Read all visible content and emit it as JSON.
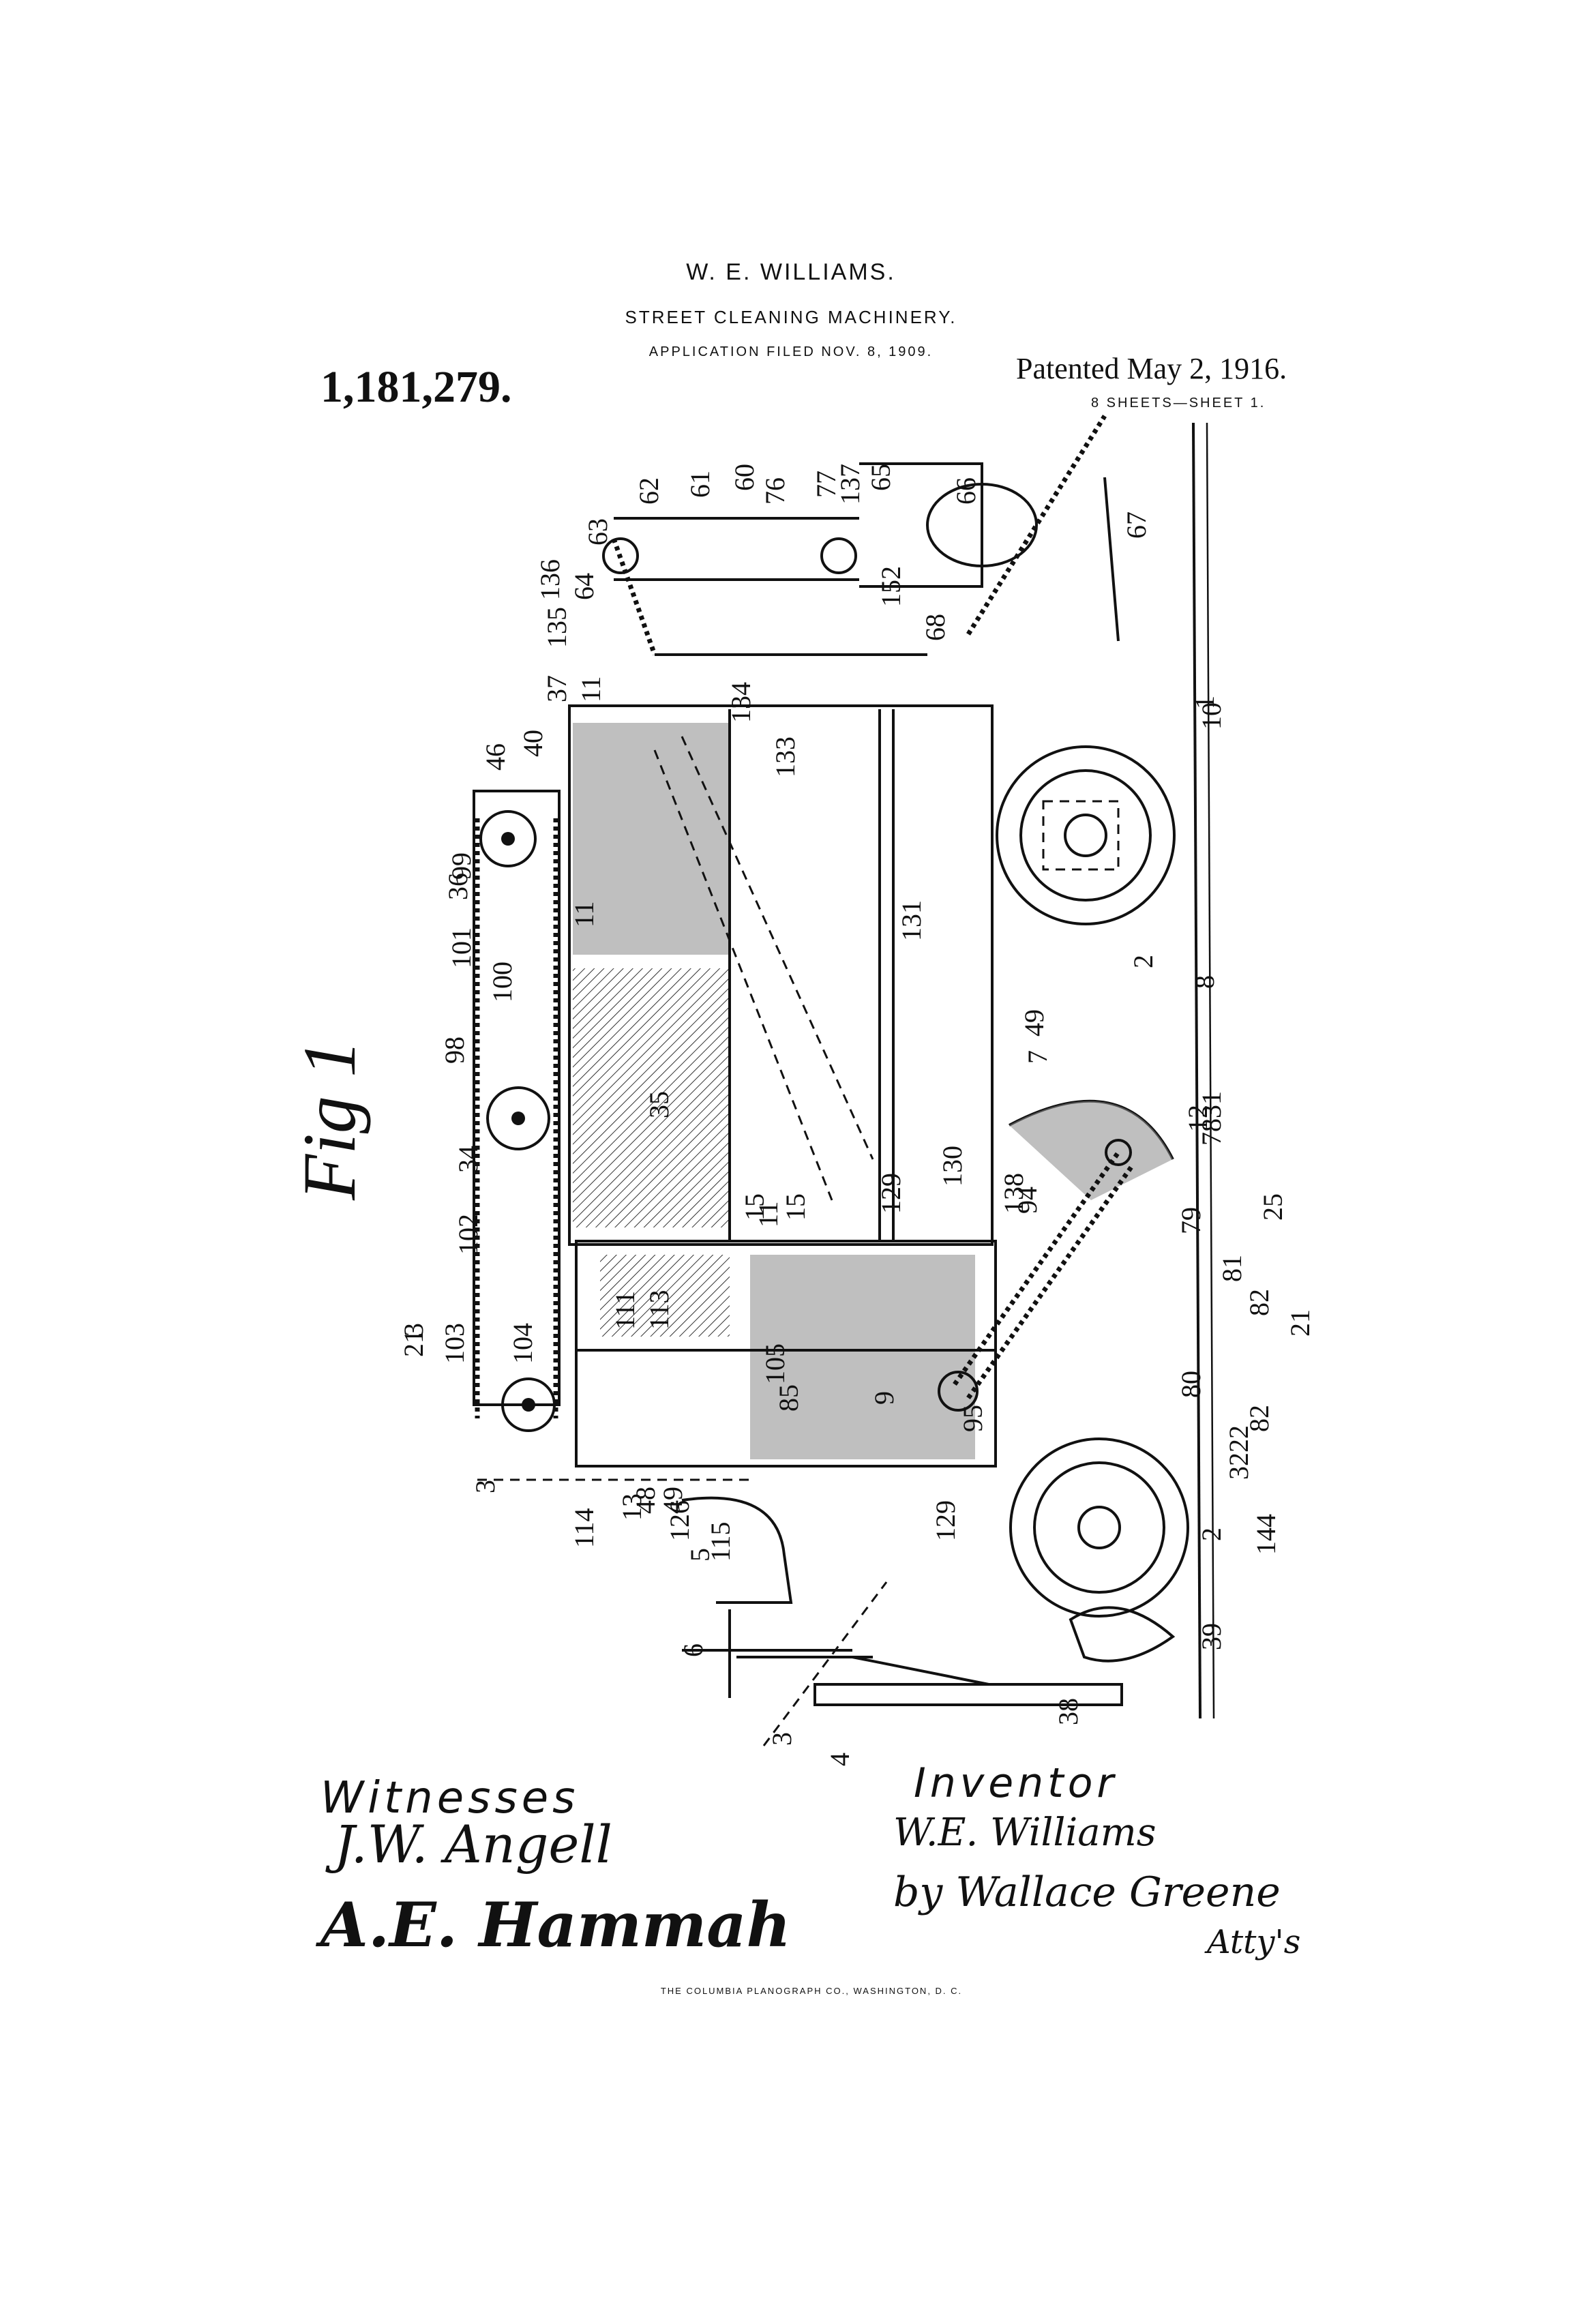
{
  "header": {
    "inventor": "W. E. WILLIAMS.",
    "title": "STREET CLEANING MACHINERY.",
    "application": "APPLICATION FILED NOV. 8, 1909.",
    "patent_number": "1,181,279.",
    "patented": "Patented May 2, 1916.",
    "sheets": "8 SHEETS—SHEET 1."
  },
  "figure_label": "Fig 1",
  "reference_numerals": [
    "1",
    "2",
    "2",
    "3",
    "3",
    "3",
    "4",
    "5",
    "6",
    "7",
    "8",
    "9",
    "10",
    "11",
    "11",
    "11",
    "12",
    "13",
    "15",
    "15",
    "21",
    "21",
    "22",
    "25",
    "31",
    "32",
    "34",
    "35",
    "36",
    "37",
    "38",
    "39",
    "40",
    "46",
    "48",
    "49",
    "49",
    "60",
    "61",
    "62",
    "63",
    "64",
    "65",
    "66",
    "67",
    "68",
    "76",
    "77",
    "78",
    "79",
    "80",
    "81",
    "82",
    "82",
    "85",
    "94",
    "95",
    "98",
    "99",
    "100",
    "101",
    "102",
    "103",
    "104",
    "105",
    "111",
    "113",
    "114",
    "115",
    "126",
    "129",
    "129",
    "130",
    "131",
    "133",
    "134",
    "135",
    "136",
    "137",
    "138",
    "144",
    "152"
  ],
  "signatures": {
    "witnesses_label": "Witnesses",
    "inventor_label": "Inventor",
    "witness_1": "J.W. Angell",
    "witness_2": "A.E. Hammah",
    "inventor_signature": "W.E. Williams",
    "attorney_signature": "by Wallace Greene",
    "attorney_abbrev": "Atty's"
  },
  "printer_credit": "THE COLUMBIA PLANOGRAPH CO., WASHINGTON, D. C."
}
